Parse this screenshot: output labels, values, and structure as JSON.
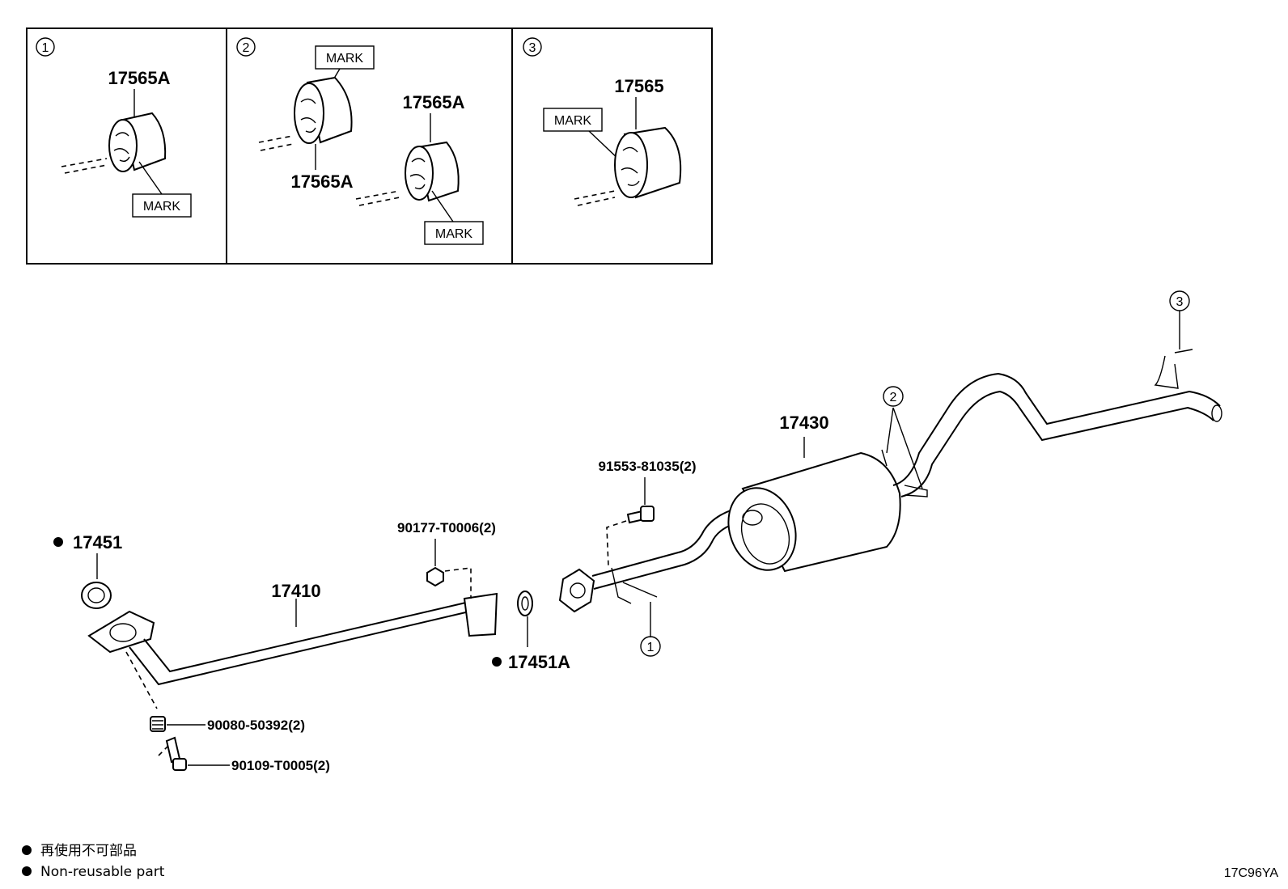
{
  "insets": [
    {
      "num": "1",
      "part": "17565A",
      "mark": "MARK"
    },
    {
      "num": "2",
      "part_top": "17565A",
      "part_bottom": "17565A",
      "mark_top": "MARK",
      "mark_bottom": "MARK"
    },
    {
      "num": "3",
      "part": "17565",
      "mark": "MARK"
    }
  ],
  "main": {
    "gasket_front": "17451",
    "front_pipe": "17410",
    "nut_top": "90177-T0006(2)",
    "gasket_rear": "17451A",
    "bolt_muffler": "91553-81035(2)",
    "muffler": "17430",
    "spring": "90080-50392(2)",
    "bolt_front": "90109-T0005(2)",
    "callout_1": "1",
    "callout_2": "2",
    "callout_3": "3"
  },
  "legend": {
    "line_jp": "再使用不可部品",
    "line_en": "Non-reusable part"
  },
  "diagram_code": "17C96YA"
}
